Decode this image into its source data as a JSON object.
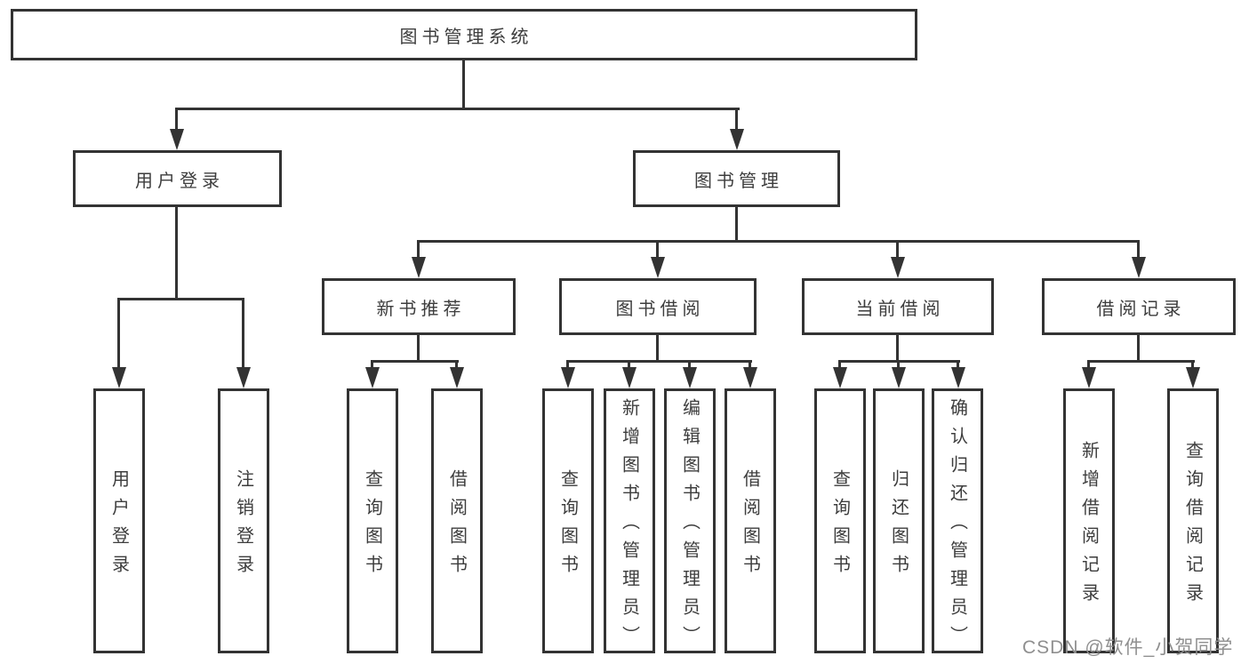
{
  "title": "图书管理系统",
  "level2": {
    "user_login": "用户登录",
    "book_mgmt": "图书管理"
  },
  "level3": {
    "new_books": "新书推荐",
    "borrowing": "图书借阅",
    "current": "当前借阅",
    "records": "借阅记录"
  },
  "leaves": {
    "login": "用户登录",
    "logout": "注销登录",
    "nb_query": "查询图书",
    "nb_borrow": "借阅图书",
    "bw_query": "查询图书",
    "bw_add": "新增图书（管理员）",
    "bw_edit": "编辑图书（管理员）",
    "bw_borrow": "借阅图书",
    "cur_query": "查询图书",
    "cur_return": "归还图书",
    "cur_confirm": "确认归还（管理员）",
    "rec_add": "新增借阅记录",
    "rec_query": "查询借阅记录"
  },
  "watermark": "CSDN @软件_小贺同学",
  "colors": {
    "line": "#333333",
    "text": "#3d3d3d",
    "watermark": "#8f8f8f"
  }
}
